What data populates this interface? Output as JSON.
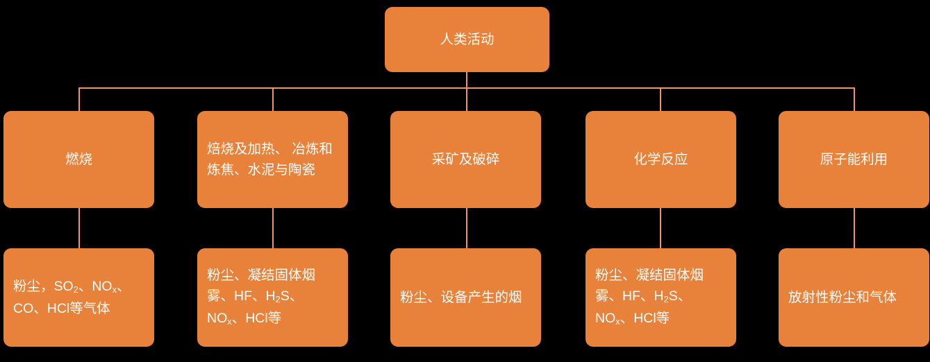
{
  "diagram": {
    "title_node": {
      "label": "人类活动"
    },
    "colors": {
      "node_fill": "#E8813A",
      "connector": "#F4916A",
      "text": "#FFFFFF",
      "background": "#000000"
    },
    "level1": [
      {
        "label": "燃烧"
      },
      {
        "label": "焙烧及加热、 冶炼和炼焦、水泥与陶瓷"
      },
      {
        "label": "采矿及破碎"
      },
      {
        "label": "化学反应"
      },
      {
        "label": "原子能利用"
      }
    ],
    "level2": [
      {
        "label_html": "粉尘，SO<sub>2</sub>、NO<sub>x</sub>、CO、HCl等气体"
      },
      {
        "label_html": "粉尘、凝结固体烟雾、HF、H<sub>2</sub>S、NO<sub>x</sub>、HCl等"
      },
      {
        "label_html": "粉尘、设备产生的烟"
      },
      {
        "label_html": "粉尘、凝结固体烟雾、HF、H<sub>2</sub>S、NO<sub>x</sub>、HCl等"
      },
      {
        "label_html": "放射性粉尘和气体"
      }
    ]
  }
}
